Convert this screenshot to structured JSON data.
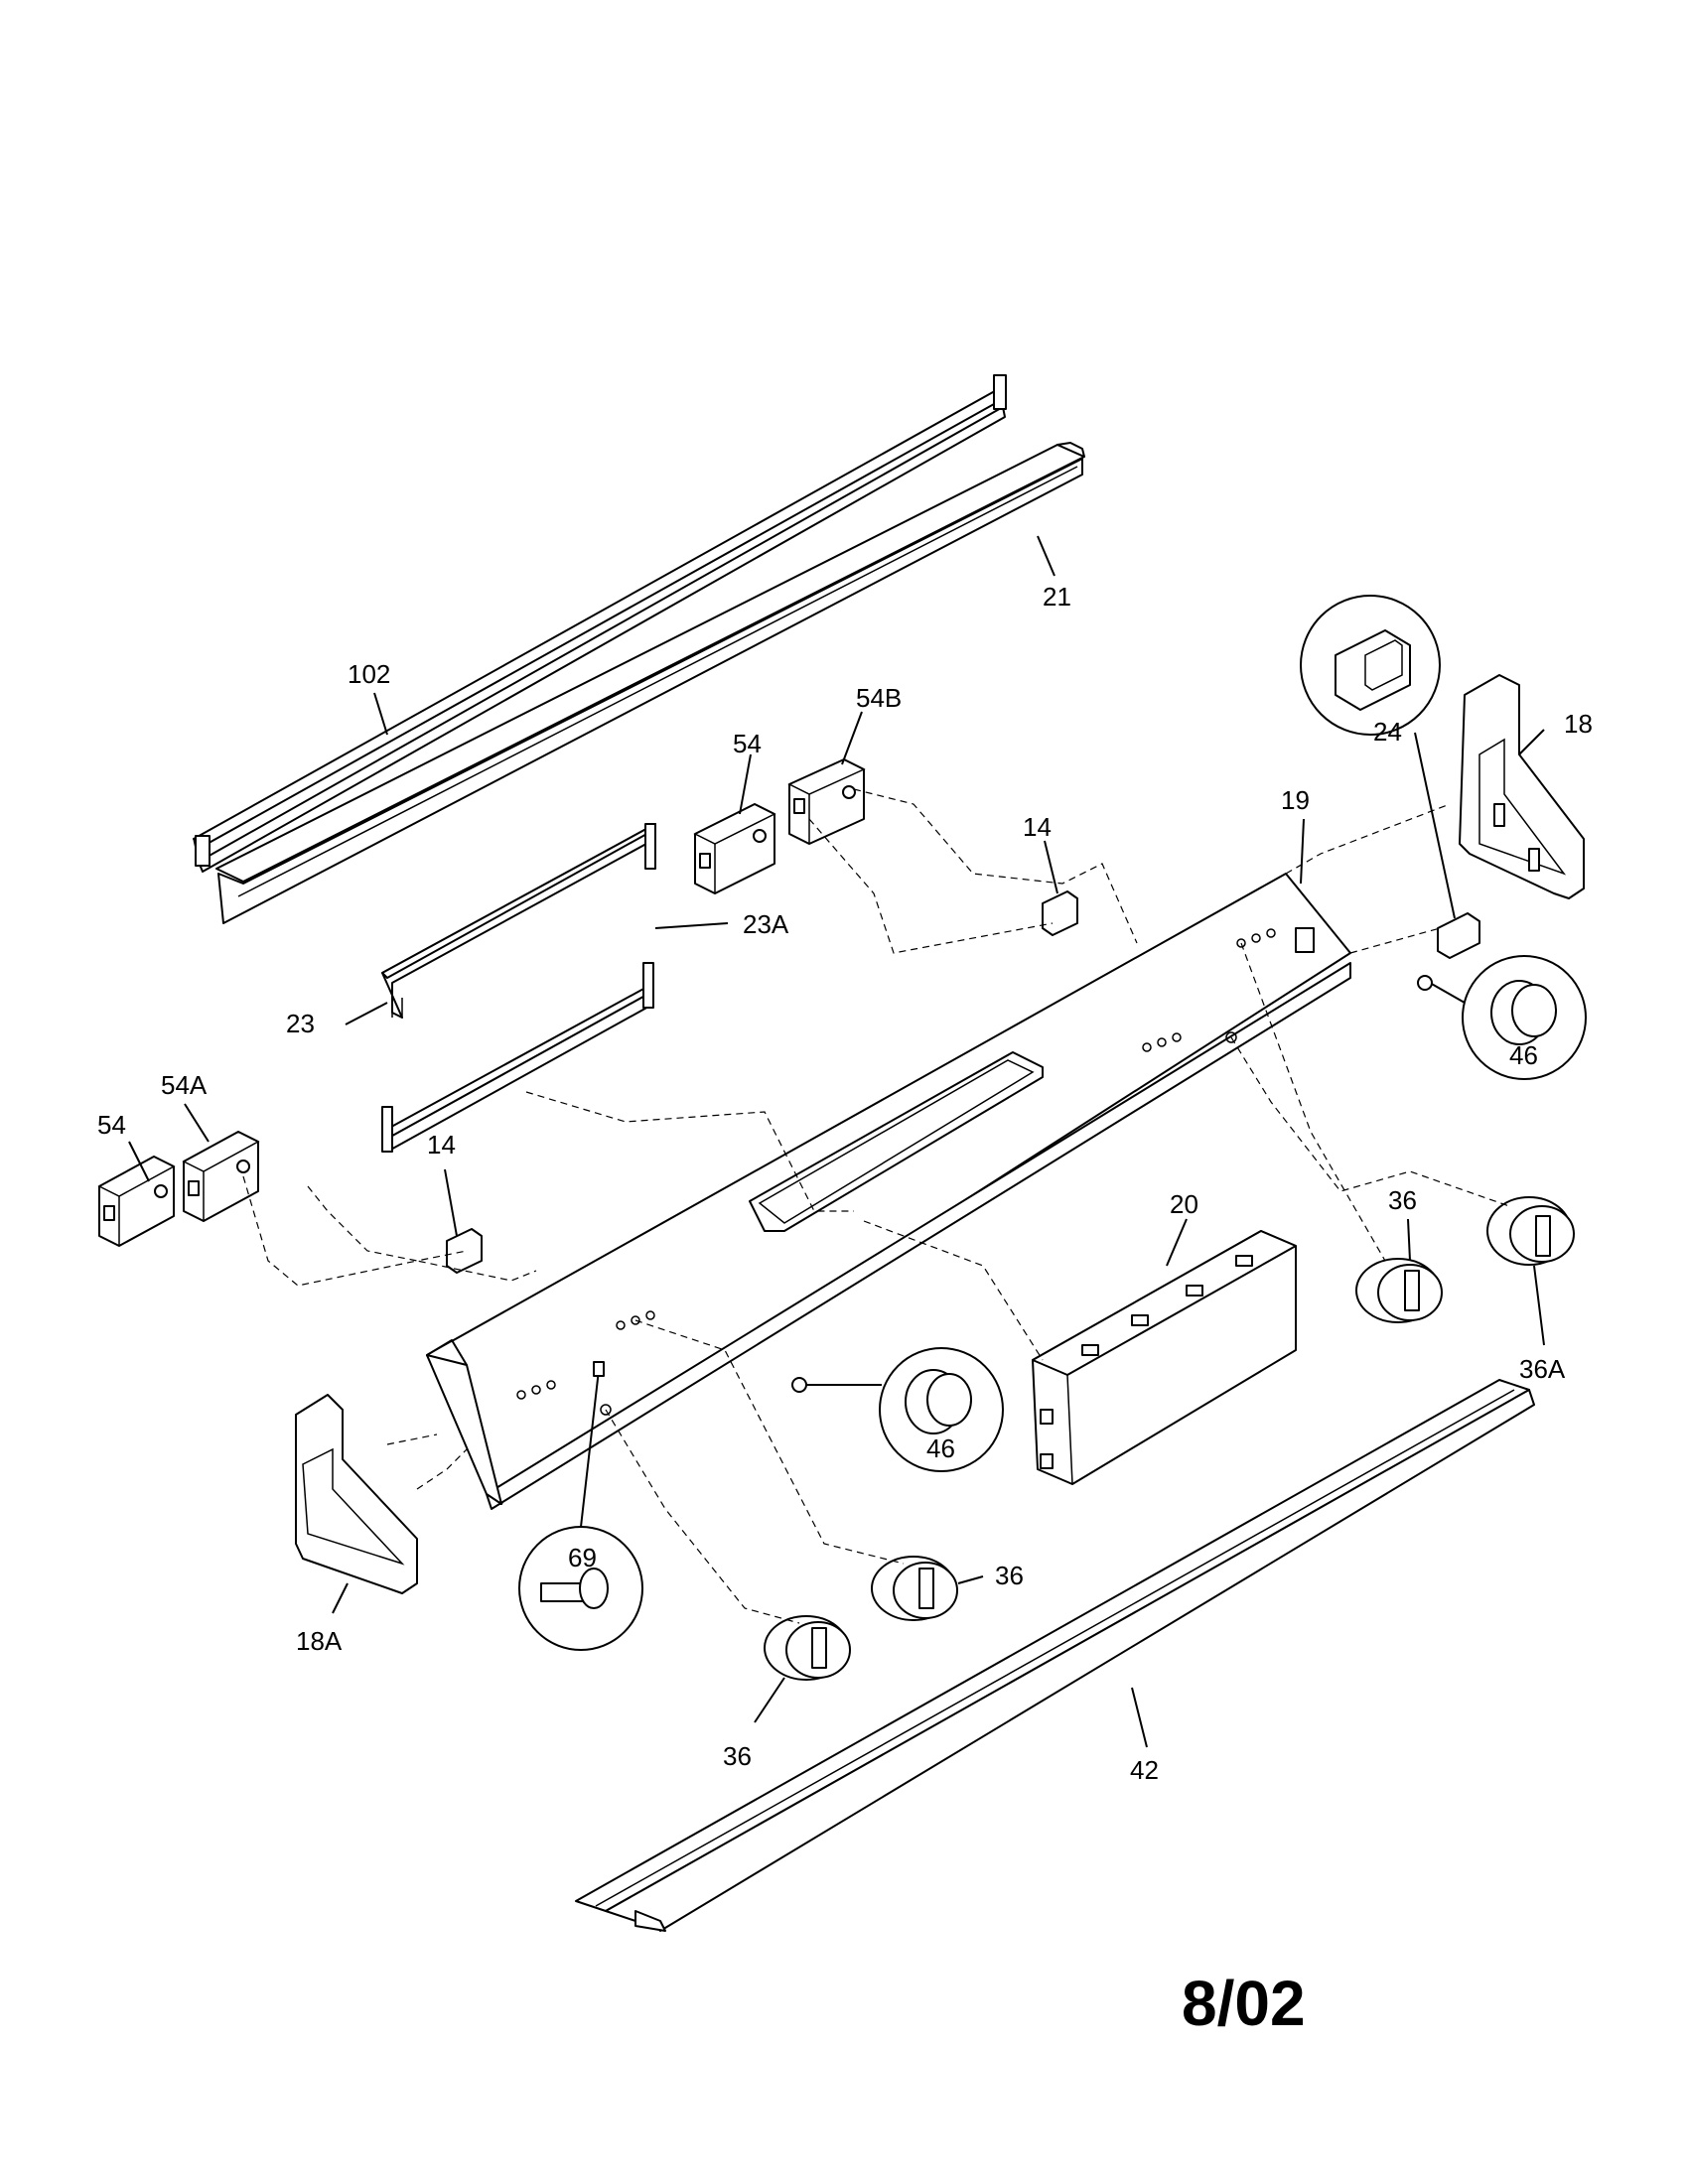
{
  "labels": {
    "p102": "102",
    "p21": "21",
    "p18": "18",
    "p24": "24",
    "p19": "19",
    "p54b": "54B",
    "p54_top": "54",
    "p14_top": "14",
    "p23": "23",
    "p23a": "23A",
    "p46_right": "46",
    "p54a": "54A",
    "p54_left": "54",
    "p14_left": "14",
    "p20": "20",
    "p36_right": "36",
    "p36a": "36A",
    "p46_mid": "46",
    "p69": "69",
    "p18a": "18A",
    "p36_mid": "36",
    "p36_bottom": "36",
    "p42": "42"
  },
  "date_code": "8/02"
}
